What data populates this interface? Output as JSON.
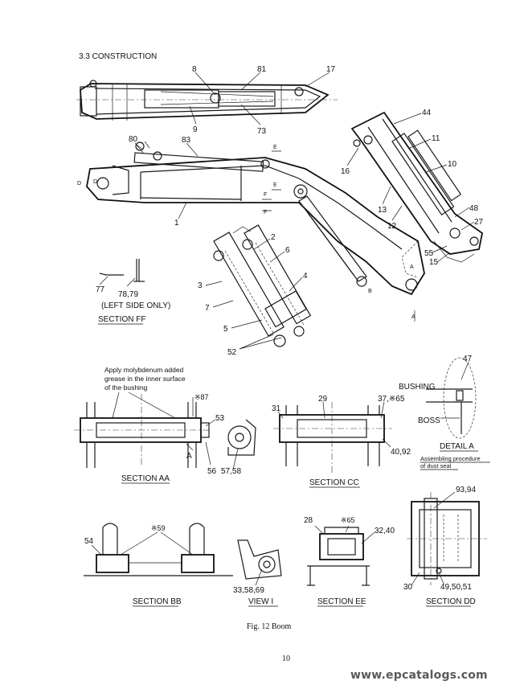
{
  "header": {
    "section": "3.3  CONSTRUCTION"
  },
  "callouts": {
    "top": [
      "8",
      "81",
      "17",
      "9",
      "73"
    ],
    "left": [
      "80",
      "83",
      "1"
    ],
    "arm": [
      "44",
      "11",
      "10",
      "16",
      "13",
      "12",
      "48",
      "27",
      "55",
      "15"
    ],
    "cyl": [
      "2",
      "6",
      "3",
      "7",
      "4",
      "5",
      "52"
    ],
    "cut": [
      "E",
      "E",
      "F",
      "F",
      "B",
      "A",
      "A",
      "D",
      "D"
    ],
    "ff": [
      "77",
      "78,79"
    ],
    "aa": [
      "※87",
      "53",
      "A",
      "56",
      "57,58"
    ],
    "cc": [
      "31",
      "29",
      "37,※65",
      "40,92"
    ],
    "deta": [
      "47",
      "BUSHING",
      "BOSS"
    ],
    "bb": [
      "54",
      "※59"
    ],
    "v1": [
      "33,58,69"
    ],
    "ee": [
      "28",
      "※65",
      "32,40"
    ],
    "dd": [
      "93,94",
      "30",
      "49,50,51"
    ]
  },
  "notes": {
    "left_only": "(LEFT SIDE ONLY)",
    "grease": [
      "Apply molybdenum added",
      "grease in the inner surface",
      "of the bushing"
    ],
    "assembling": [
      "Assembling procedure",
      "of dust seal"
    ]
  },
  "sections": {
    "ff": "SECTION FF",
    "aa": "SECTION AA",
    "cc": "SECTION CC",
    "detail_a": "DETAIL A",
    "bb": "SECTION BB",
    "view1": "VIEW  I",
    "ee": "SECTION EE",
    "dd": "SECTION DD"
  },
  "caption": "Fig. 12   Boom",
  "page_number": "10",
  "watermark": "www.epcatalogs.com"
}
